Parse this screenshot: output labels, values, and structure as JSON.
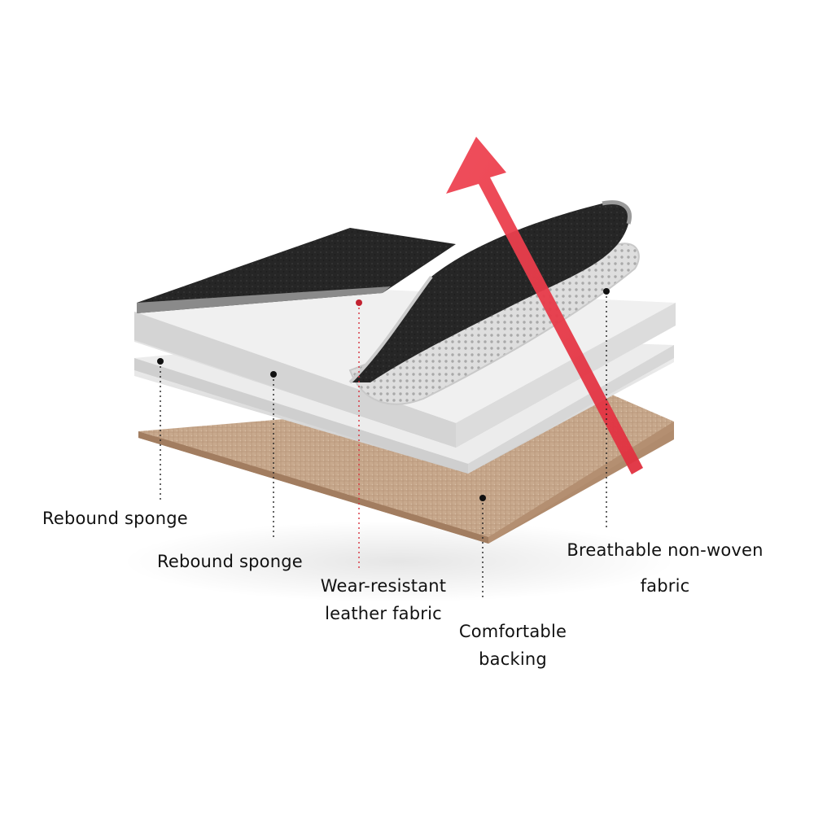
{
  "diagram": {
    "labels": {
      "outer_sponge": {
        "lines": [
          "Rebound sponge"
        ]
      },
      "inner_sponge": {
        "lines": [
          "Rebound sponge"
        ]
      },
      "leather": {
        "lines": [
          "Wear-resistant",
          "leather fabric"
        ]
      },
      "backing": {
        "lines": [
          "Comfortable",
          "backing"
        ]
      },
      "non_woven": {
        "lines": [
          "Breathable non-woven",
          "fabric"
        ]
      }
    },
    "colors": {
      "leather": "#262626",
      "sponge": "#e7e7e7",
      "mesh": "#d9d9d9",
      "backing": "#c9ab90",
      "arrow": "#ee3b4a",
      "leader_black": "#222222",
      "leader_red": "#d6303c"
    }
  }
}
